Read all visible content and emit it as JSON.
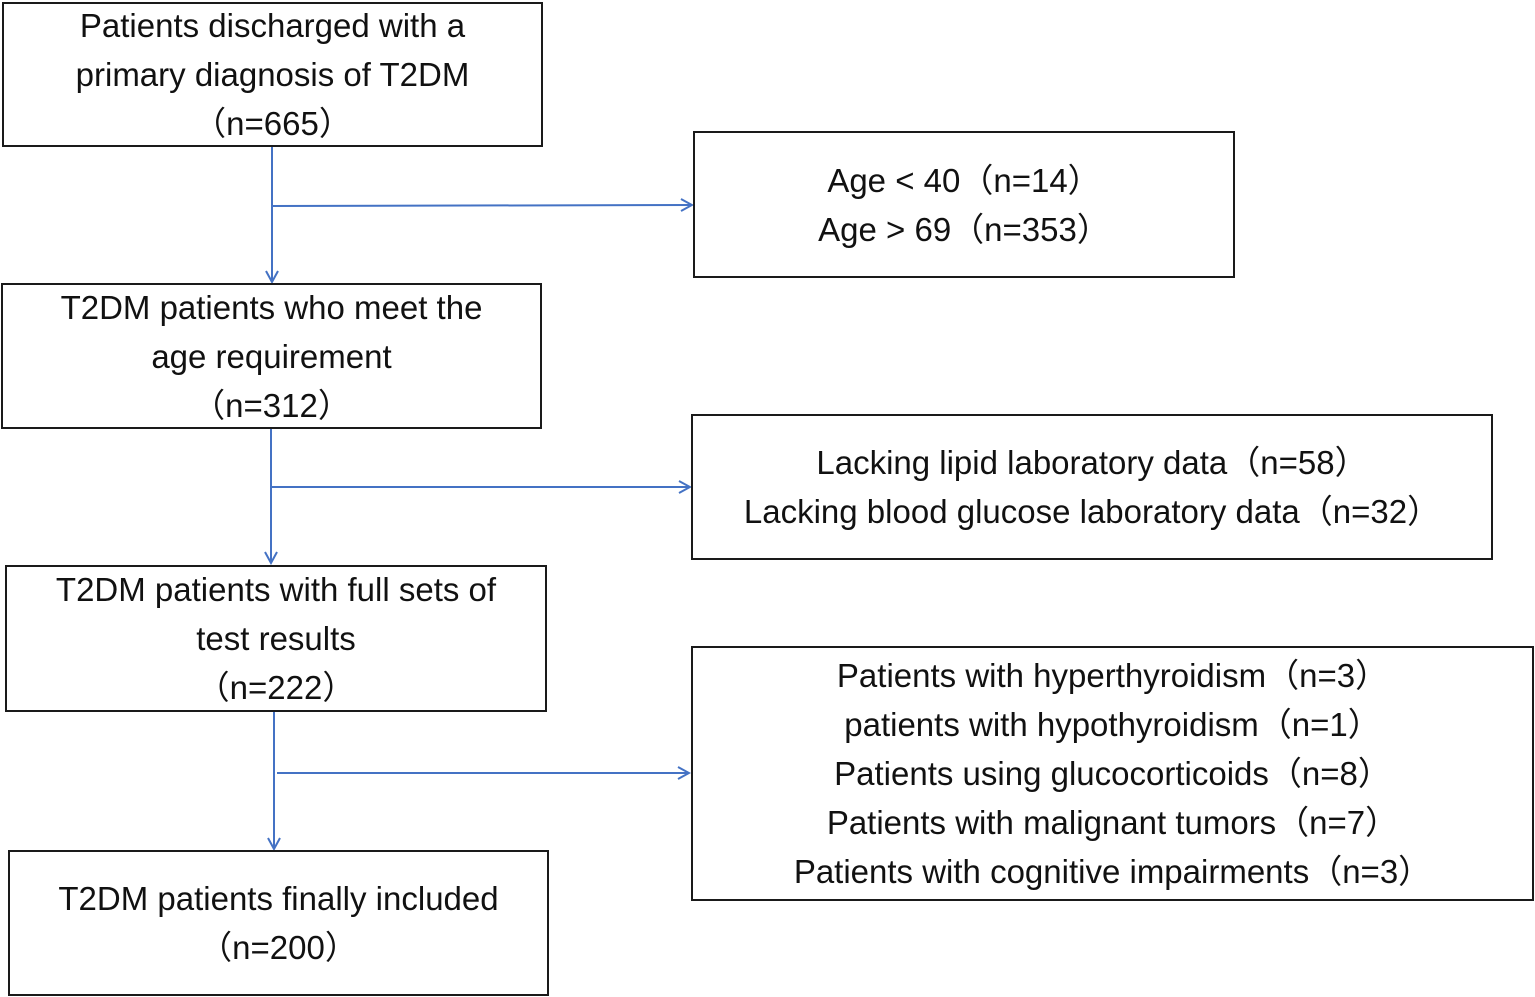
{
  "colors": {
    "connector": "#4472C4",
    "box_border": "#1a1a1a",
    "text": "#111111",
    "background": "#ffffff"
  },
  "main_steps": [
    {
      "lines": [
        "Patients discharged with a",
        "primary diagnosis of T2DM",
        "（n=665）"
      ]
    },
    {
      "lines": [
        "T2DM patients who meet the",
        "age requirement",
        "（n=312）"
      ]
    },
    {
      "lines": [
        "T2DM patients with full sets of",
        "test results",
        "（n=222）"
      ]
    },
    {
      "lines": [
        "T2DM patients finally included",
        "（n=200）"
      ]
    }
  ],
  "exclusions": [
    {
      "lines": [
        "Age < 40（n=14）",
        "Age > 69（n=353）"
      ]
    },
    {
      "lines": [
        "Lacking lipid laboratory data（n=58）",
        "Lacking blood glucose laboratory data（n=32）"
      ]
    },
    {
      "lines": [
        "Patients with hyperthyroidism（n=3）",
        "patients with hypothyroidism（n=1）",
        "Patients using glucocorticoids（n=8）",
        "Patients with malignant tumors（n=7）",
        "Patients with cognitive impairments（n=3）"
      ]
    }
  ]
}
